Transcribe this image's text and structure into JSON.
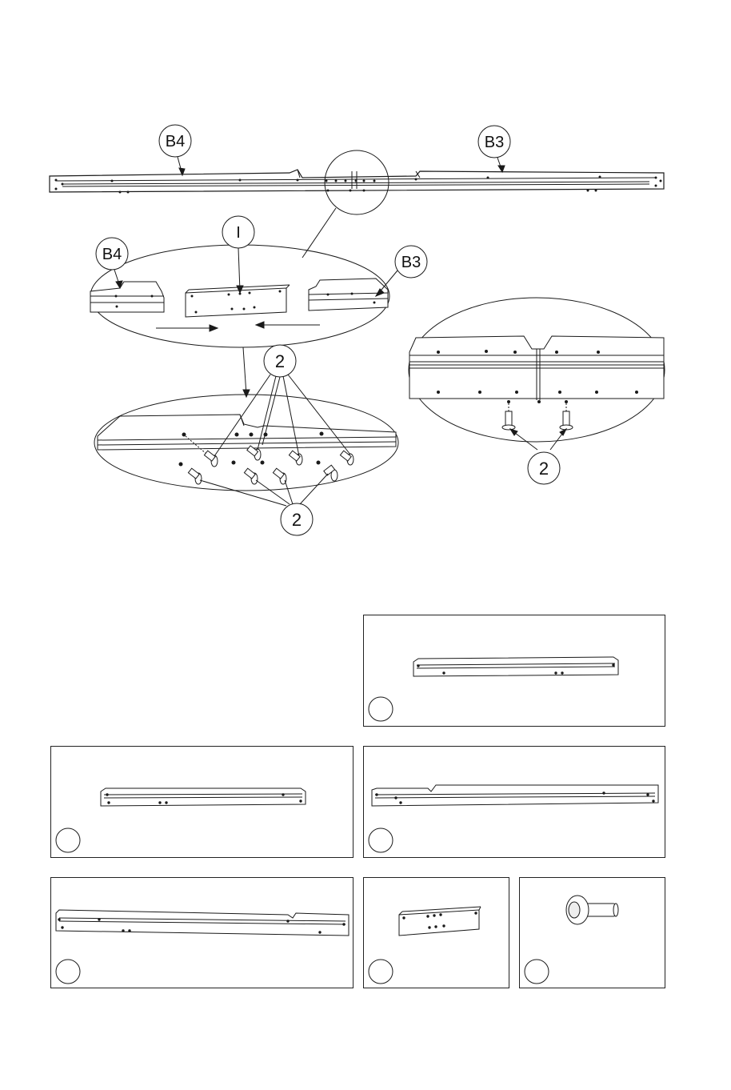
{
  "labels": {
    "b4_top": "B4",
    "b3_top": "B3",
    "part_i": "I",
    "b4_detail": "B4",
    "b3_detail": "B3",
    "rivet_upper": "2",
    "rivet_lower": "2",
    "rivet_right": "2"
  },
  "colors": {
    "line": "#1a1a1a",
    "fill": "#ffffff"
  },
  "parts_panels": [
    {
      "id": "b3-part",
      "icon": "long-rail-icon"
    },
    {
      "id": "b2-part",
      "icon": "short-rail-icon"
    },
    {
      "id": "b3-long-part",
      "icon": "notched-rail-icon"
    },
    {
      "id": "b4-part",
      "icon": "notched-rail-icon"
    },
    {
      "id": "i-part",
      "icon": "connector-plate-icon"
    },
    {
      "id": "rivet-part",
      "icon": "rivet-icon"
    }
  ]
}
